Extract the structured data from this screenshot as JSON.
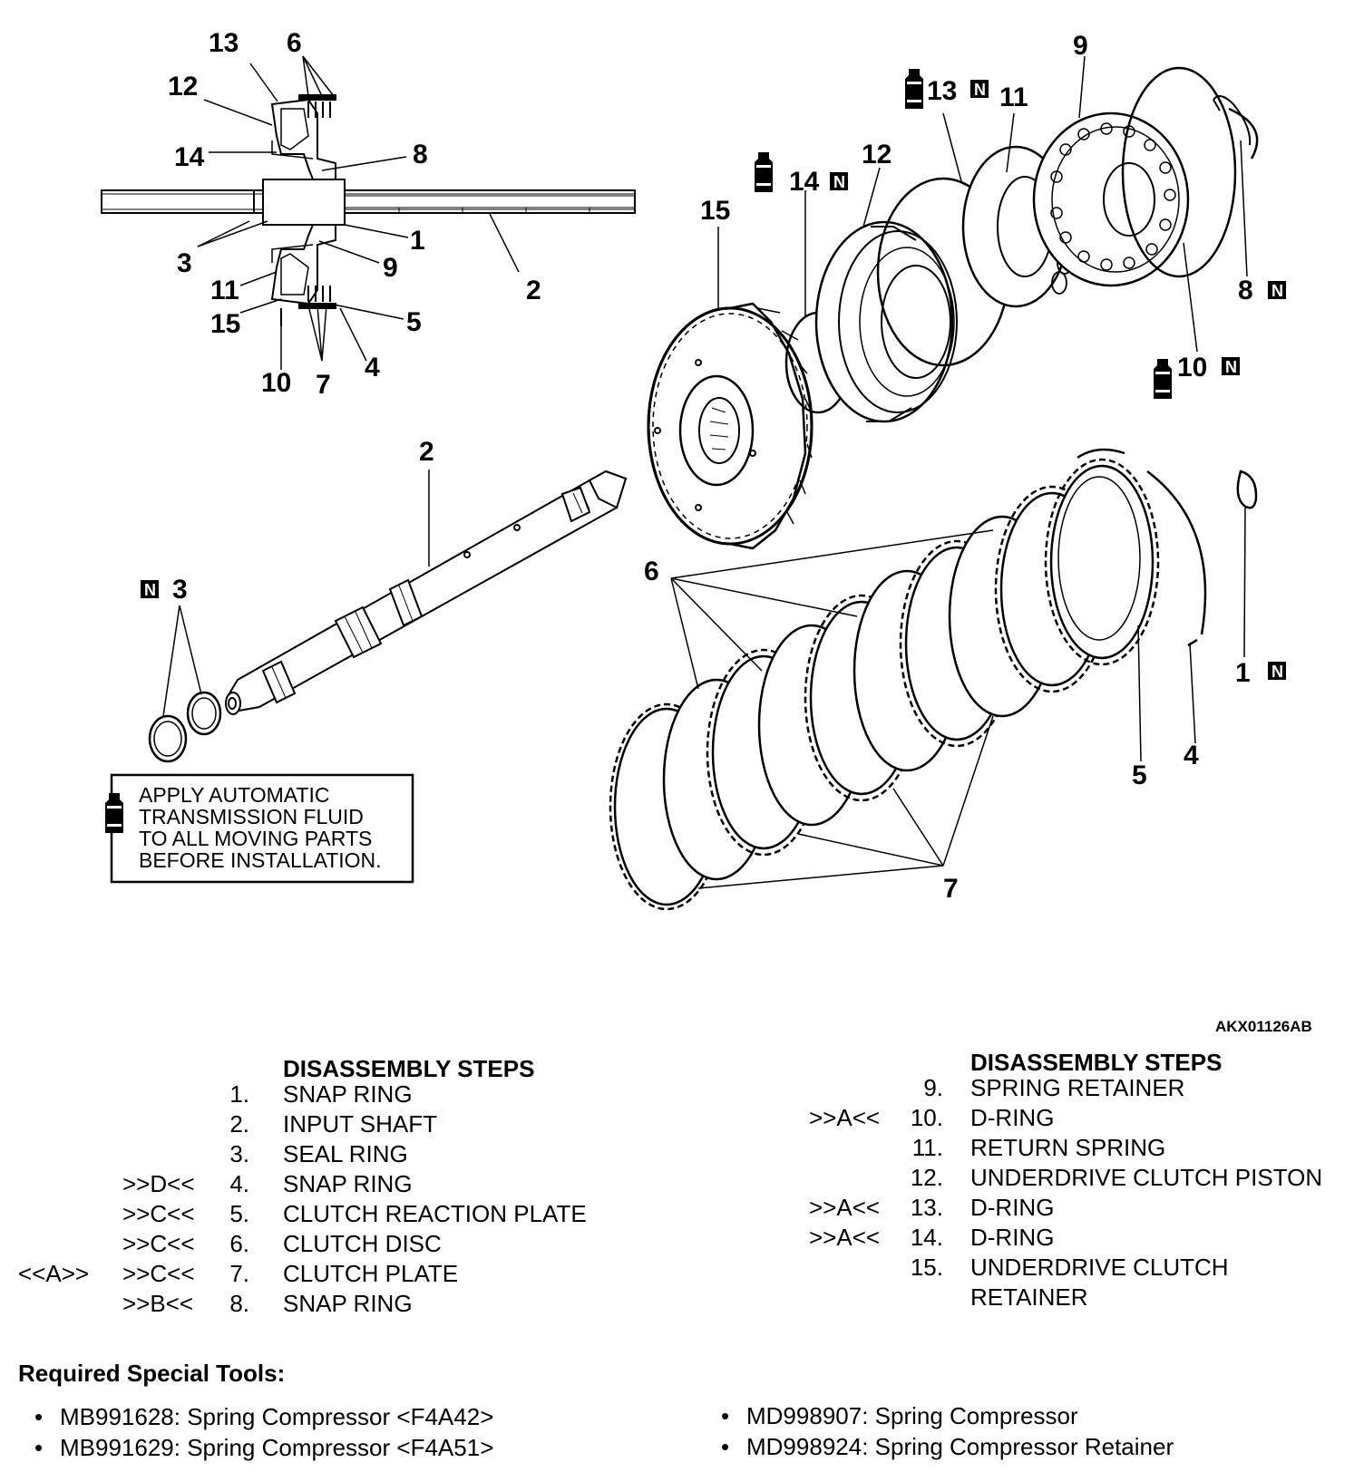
{
  "callouts": {
    "cs_13": "13",
    "cs_6": "6",
    "cs_12": "12",
    "cs_14": "14",
    "cs_8": "8",
    "cs_3": "3",
    "cs_1": "1",
    "cs_9": "9",
    "cs_2": "2",
    "cs_11": "11",
    "cs_15": "15",
    "cs_5": "5",
    "cs_10": "10",
    "cs_7": "7",
    "cs_4": "4",
    "ex_9": "9",
    "ex_13": "13",
    "ex_11": "11",
    "ex_12": "12",
    "ex_14": "14",
    "ex_15": "15",
    "ex_8": "8",
    "ex_10": "10",
    "ex_2": "2",
    "ex_3": "3",
    "ex_6": "6",
    "ex_1": "1",
    "ex_4": "4",
    "ex_5": "5",
    "ex_7": "7"
  },
  "n_mark": "N",
  "note": {
    "line1": "APPLY AUTOMATIC",
    "line2": "TRANSMISSION FLUID",
    "line3": "TO ALL MOVING PARTS",
    "line4": "BEFORE INSTALLATION."
  },
  "figure_id": "AKX01126AB",
  "steps_left": {
    "heading": "DISASSEMBLY STEPS",
    "items": [
      {
        "pre": "",
        "mark": "",
        "num": "1.",
        "name": "SNAP RING"
      },
      {
        "pre": "",
        "mark": "",
        "num": "2.",
        "name": "INPUT SHAFT"
      },
      {
        "pre": "",
        "mark": "",
        "num": "3.",
        "name": "SEAL RING"
      },
      {
        "pre": "",
        "mark": ">>D<<",
        "num": "4.",
        "name": "SNAP RING"
      },
      {
        "pre": "",
        "mark": ">>C<<",
        "num": "5.",
        "name": "CLUTCH REACTION PLATE"
      },
      {
        "pre": "",
        "mark": ">>C<<",
        "num": "6.",
        "name": "CLUTCH DISC"
      },
      {
        "pre": "<<A>>",
        "mark": ">>C<<",
        "num": "7.",
        "name": "CLUTCH PLATE"
      },
      {
        "pre": "",
        "mark": ">>B<<",
        "num": "8.",
        "name": "SNAP RING"
      }
    ]
  },
  "steps_right": {
    "heading": "DISASSEMBLY STEPS",
    "items": [
      {
        "mark": "",
        "num": "9.",
        "name": "SPRING RETAINER"
      },
      {
        "mark": ">>A<<",
        "num": "10.",
        "name": "D-RING"
      },
      {
        "mark": "",
        "num": "11.",
        "name": "RETURN SPRING"
      },
      {
        "mark": "",
        "num": "12.",
        "name": "UNDERDRIVE CLUTCH PISTON"
      },
      {
        "mark": ">>A<<",
        "num": "13.",
        "name": "D-RING"
      },
      {
        "mark": ">>A<<",
        "num": "14.",
        "name": "D-RING"
      },
      {
        "mark": "",
        "num": "15.",
        "name": "UNDERDRIVE CLUTCH"
      },
      {
        "mark": "",
        "num": "",
        "name": "RETAINER"
      }
    ]
  },
  "tools": {
    "heading": "Required Special Tools:",
    "left": [
      "MB991628: Spring Compressor <F4A42>",
      "MB991629: Spring Compressor <F4A51>"
    ],
    "right": [
      "MD998907: Spring Compressor",
      "MD998924: Spring Compressor Retainer"
    ]
  }
}
